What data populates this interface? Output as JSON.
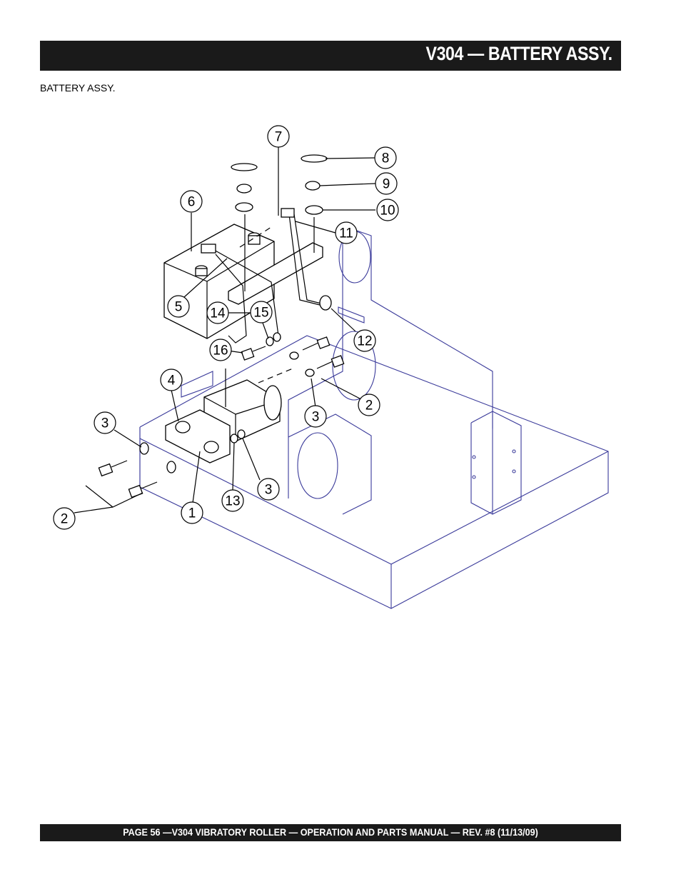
{
  "header": {
    "title": "V304 —  BATTERY ASSY."
  },
  "subtitle": "BATTERY ASSY.",
  "footer": {
    "text": "PAGE 56 —V304  VIBRATORY ROLLER  — OPERATION AND PARTS MANUAL — REV. #8 (11/13/09)"
  },
  "callouts": {
    "c1": "1",
    "c2a": "2",
    "c2b": "2",
    "c3a": "3",
    "c3b": "3",
    "c3c": "3",
    "c4": "4",
    "c5": "5",
    "c6": "6",
    "c7": "7",
    "c8": "8",
    "c9": "9",
    "c10": "10",
    "c11": "11",
    "c12": "12",
    "c13": "13",
    "c14": "14",
    "c15": "15",
    "c16": "16"
  },
  "colors": {
    "bar": "#1a1a1a",
    "frame_lines": "#3a3a9a"
  }
}
